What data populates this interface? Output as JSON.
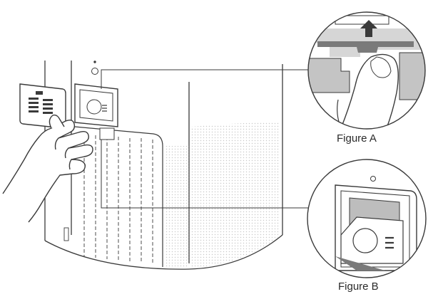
{
  "figures": [
    {
      "id": "A",
      "caption": "Figure A"
    },
    {
      "id": "B",
      "caption": "Figure B"
    }
  ],
  "colors": {
    "line": "#3a3a3a",
    "dot_texture": "#c8c8c8",
    "gray_fill": "#bdbdbd",
    "dark_gray": "#7a7a7a"
  },
  "icons": [
    "hand-icon",
    "sensor-cover-icon",
    "arrow-up-icon"
  ]
}
